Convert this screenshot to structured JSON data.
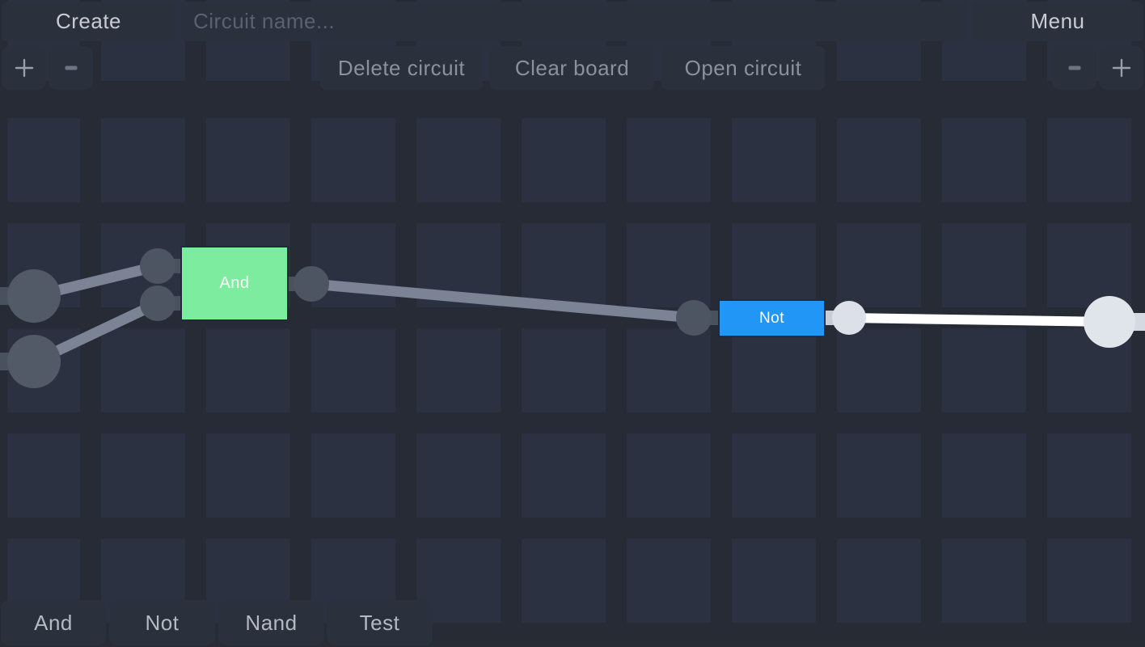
{
  "topbar": {
    "create_label": "Create",
    "circuit_name_placeholder": "Circuit name...",
    "circuit_name_value": "",
    "menu_label": "Menu",
    "delete_circuit_label": "Delete circuit",
    "clear_board_label": "Clear board",
    "open_circuit_label": "Open circuit"
  },
  "zoom_controls": {
    "left": [
      "plus-icon",
      "minus-icon"
    ],
    "right": [
      "minus-icon",
      "plus-icon"
    ]
  },
  "palette": {
    "items": [
      {
        "label": "And"
      },
      {
        "label": "Not"
      },
      {
        "label": "Nand"
      },
      {
        "label": "Test"
      }
    ]
  },
  "circuit": {
    "gates": [
      {
        "label": "And",
        "inputs": 2,
        "outputs": 1
      },
      {
        "label": "Not",
        "inputs": 1,
        "outputs": 1
      }
    ],
    "input_switches": 2,
    "output_lights": 1,
    "wires": 4
  },
  "colors": {
    "and_gate": "#7dec9e",
    "not_gate": "#2196f7",
    "wire_off": "#7b8394",
    "wire_on": "#ffffff",
    "terminal_off": "#4d5563",
    "terminal_on": "#dce0e8",
    "stub_off": "#49515f",
    "stub_on": "#c9ced6",
    "input_switch": "#525a68",
    "output_light": "#e0e4eb",
    "output_stub": "#d5d9e1"
  }
}
